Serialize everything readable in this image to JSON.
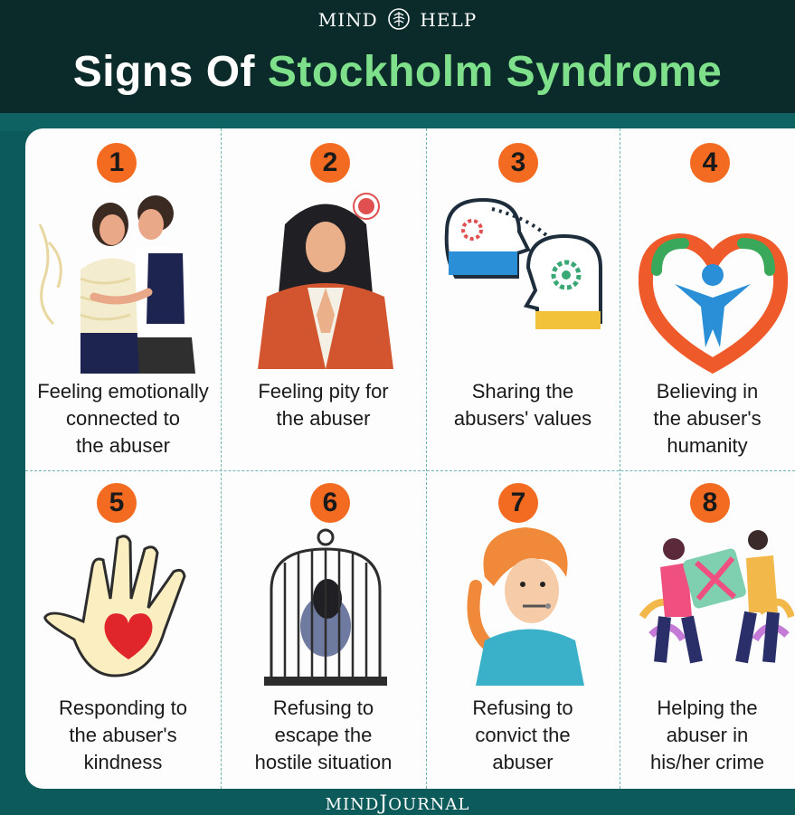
{
  "header": {
    "brand_left": "MIND",
    "brand_right": "HELP",
    "brand_logo_icon": "brain-icon",
    "title_white": "Signs Of",
    "title_green": "Stockholm Syndrome",
    "title_green_color": "#7ee08a"
  },
  "signs": [
    {
      "number": "1",
      "lines": [
        "Feeling emotionally",
        "connected to",
        "the abuser"
      ],
      "icon": "embracing-couple-illustration"
    },
    {
      "number": "2",
      "lines": [
        "Feeling pity for",
        "the abuser"
      ],
      "icon": "sad-woman-illustration"
    },
    {
      "number": "3",
      "lines": [
        "Sharing the",
        "abusers' values"
      ],
      "icon": "shared-thoughts-heads-illustration"
    },
    {
      "number": "4",
      "lines": [
        "Believing in",
        "the abuser's",
        "humanity"
      ],
      "icon": "heart-hands-person-illustration"
    },
    {
      "number": "5",
      "lines": [
        "Responding to",
        "the abuser's",
        "kindness"
      ],
      "icon": "hand-heart-illustration"
    },
    {
      "number": "6",
      "lines": [
        "Refusing to",
        "escape the",
        "hostile situation"
      ],
      "icon": "person-in-cage-illustration"
    },
    {
      "number": "7",
      "lines": [
        "Refusing to",
        "convict the",
        "abuser"
      ],
      "icon": "zipped-mouth-illustration"
    },
    {
      "number": "8",
      "lines": [
        "Helping the",
        "abuser in",
        "his/her crime"
      ],
      "icon": "carrying-box-together-illustration"
    }
  ],
  "footer": {
    "brand_left": "MIND",
    "brand_right": "OURNAL",
    "brand_mark": "J"
  },
  "colors": {
    "number_badge": "#f36b21",
    "background": "#0d5a5a",
    "header": "#0b2a2a"
  }
}
